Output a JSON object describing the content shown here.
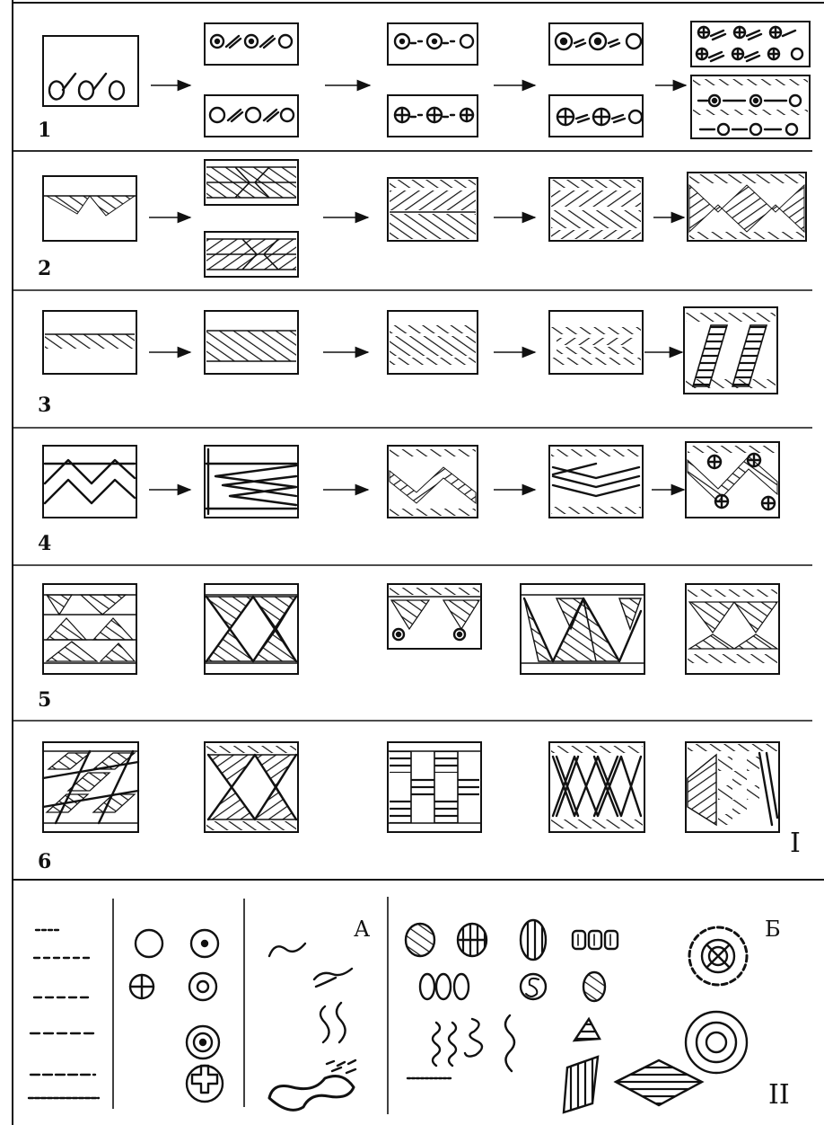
{
  "rows": [
    {
      "label": "1"
    },
    {
      "label": "2"
    },
    {
      "label": "3"
    },
    {
      "label": "4"
    },
    {
      "label": "5"
    },
    {
      "label": "6"
    }
  ],
  "part_labels": {
    "upper": "I",
    "lower": "II"
  },
  "group_labels": {
    "a": "А",
    "b": "Б"
  }
}
